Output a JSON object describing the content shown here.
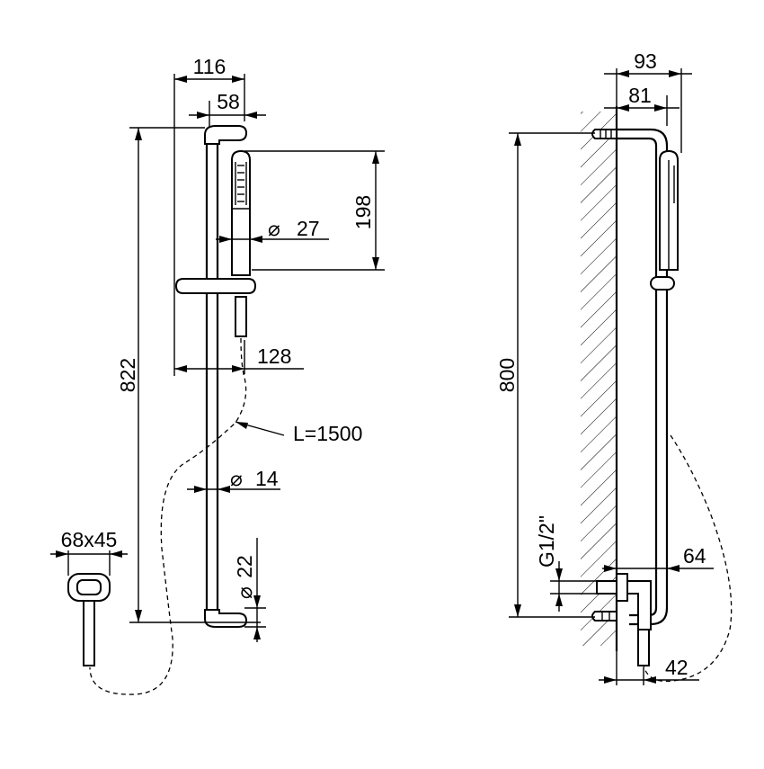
{
  "front_view": {
    "dims": {
      "width_116": "116",
      "offset_58": "58",
      "height_198": "198",
      "dia_27": "27",
      "height_822": "822",
      "depth_128": "128",
      "hose_length": "L=1500",
      "dia_14": "14",
      "dia_22": "22",
      "connector_size": "68x45"
    }
  },
  "side_view": {
    "dims": {
      "depth_93": "93",
      "depth_81": "81",
      "height_800": "800",
      "thread": "G1/2\"",
      "depth_64": "64",
      "depth_42": "42"
    }
  },
  "diameter_symbol": "⌀"
}
